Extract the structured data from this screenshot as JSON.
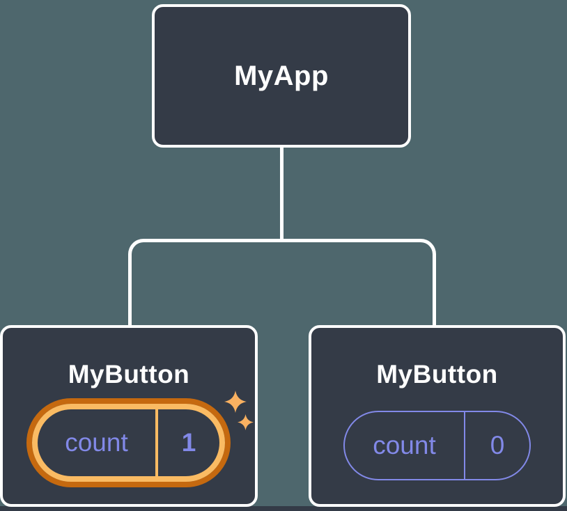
{
  "colors": {
    "background": "#4E676D",
    "node_fill": "#343B47",
    "node_border": "#FFFFFF",
    "connector": "#FFFFFF",
    "state_purple": "#8289E8",
    "highlight_outer": "#C5690F",
    "highlight_inner": "#FABB63",
    "sparkle": "#F9B161"
  },
  "diagram": {
    "type": "component-tree",
    "root": {
      "label": "MyApp"
    },
    "children": [
      {
        "label": "MyButton",
        "state": {
          "key": "count",
          "value": "1"
        },
        "highlighted": true
      },
      {
        "label": "MyButton",
        "state": {
          "key": "count",
          "value": "0"
        },
        "highlighted": false
      }
    ]
  }
}
